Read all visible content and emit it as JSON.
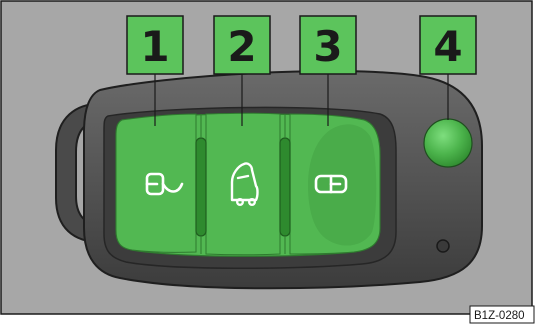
{
  "callouts": [
    {
      "number": "1",
      "target": "unlock-button"
    },
    {
      "number": "2",
      "target": "trunk-button"
    },
    {
      "number": "3",
      "target": "lock-button"
    },
    {
      "number": "4",
      "target": "key-release-button"
    }
  ],
  "figure_code": "B1Z-0280",
  "colors": {
    "background": "#a7a7a7",
    "key_body": "#545454",
    "key_panel": "#3e3e3e",
    "button_green": "#52b852",
    "callout_fill": "#5cc45c",
    "border": "#1a1a1a"
  },
  "icons": {
    "button_1": "unlock-icon",
    "button_2": "trunk-icon",
    "button_3": "lock-icon"
  }
}
